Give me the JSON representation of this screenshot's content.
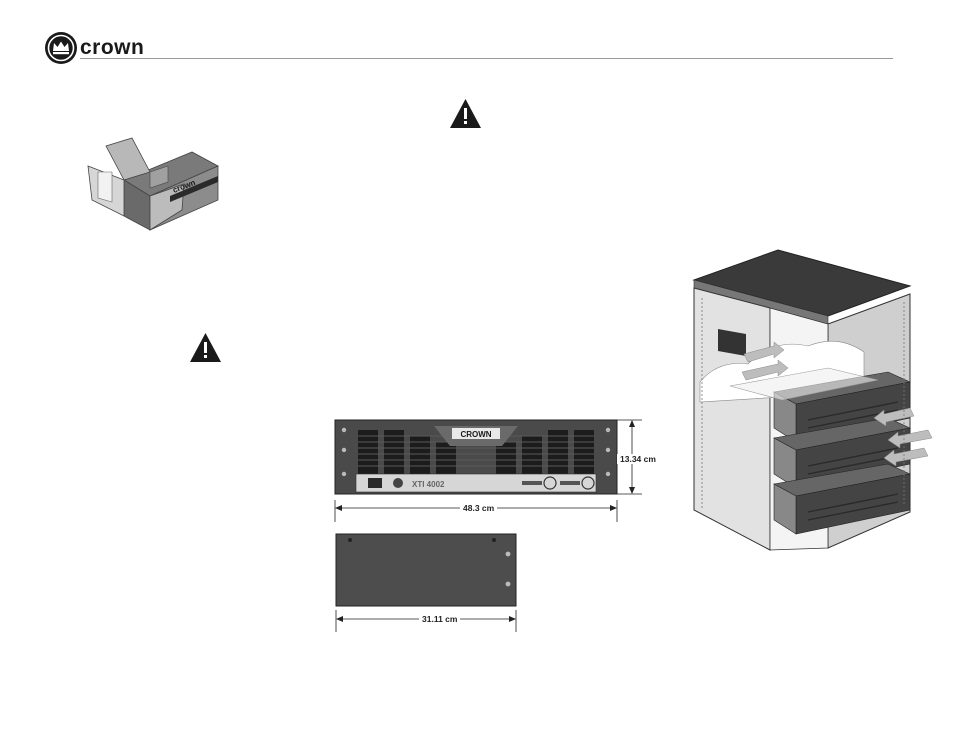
{
  "header": {
    "brand": "crown"
  },
  "figures": {
    "box_brand": "crown",
    "amp_front": {
      "brand": "CROWN",
      "model": "XTI 4002"
    },
    "height_dimension": "13.34 cm",
    "width_dimension": "48.3 cm",
    "depth_dimension": "31.11 cm"
  },
  "colors": {
    "panel": "#4a4a4a",
    "panel_dark": "#2e2e2e",
    "rule": "#9a9a9a",
    "warning": "#1a1a1a"
  },
  "icons": {
    "warning_top": "warning-triangle-icon",
    "warning_left": "warning-triangle-icon"
  }
}
